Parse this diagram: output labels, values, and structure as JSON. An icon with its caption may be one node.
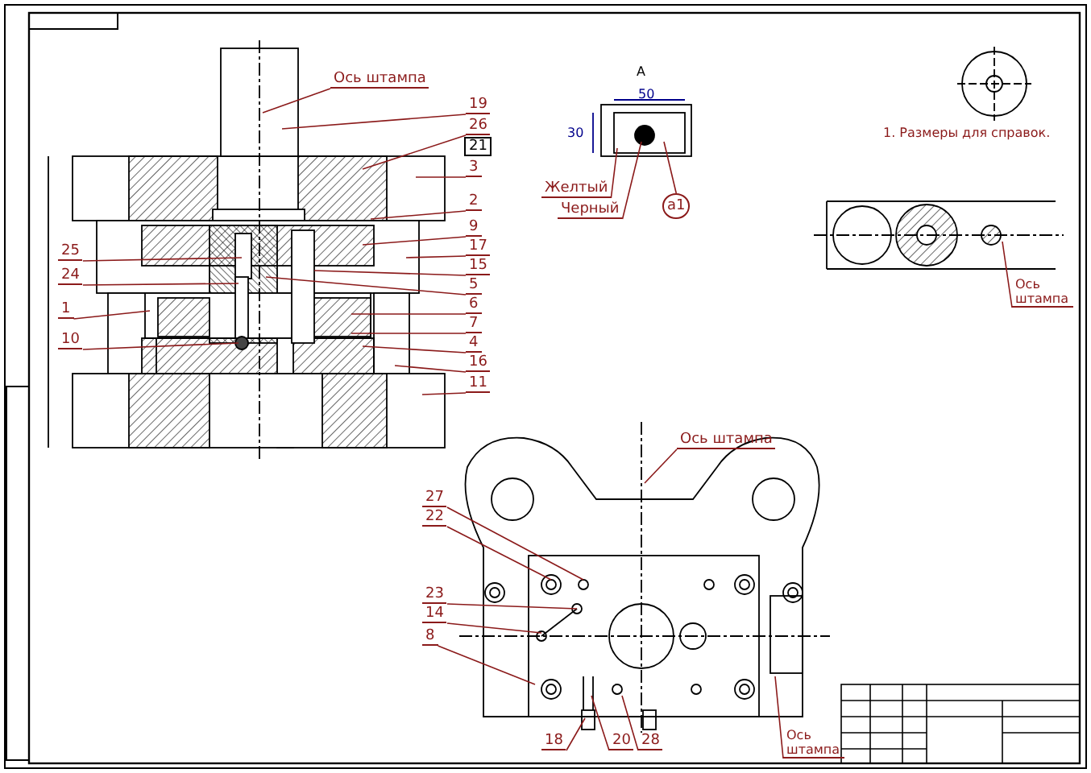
{
  "diagram": {
    "nodes": [
      {
        "text": [
          "19"
        ]
      },
      {
        "text": [
          "26"
        ]
      },
      {
        "text": [
          "21"
        ]
      },
      {
        "text": [
          "3"
        ]
      },
      {
        "text": [
          "2"
        ]
      },
      {
        "text": [
          "9"
        ]
      },
      {
        "text": [
          "17"
        ]
      },
      {
        "text": [
          "15"
        ]
      },
      {
        "text": [
          "5"
        ]
      },
      {
        "text": [
          "6"
        ]
      },
      {
        "text": [
          "7"
        ]
      },
      {
        "text": [
          "4"
        ]
      },
      {
        "text": [
          "16"
        ]
      },
      {
        "text": [
          "11"
        ]
      },
      {
        "text": [
          "25"
        ]
      },
      {
        "text": [
          "24"
        ]
      },
      {
        "text": [
          "1"
        ]
      },
      {
        "text": [
          "10"
        ]
      },
      {
        "text": [
          "Ось штампа"
        ]
      },
      {
        "text": [
          "Желтый"
        ]
      },
      {
        "text": [
          "Черный"
        ]
      },
      {
        "text": [
          "а1"
        ]
      },
      {
        "text": [
          "Ось штампа"
        ]
      },
      {
        "text": [
          "Ось штампа"
        ]
      },
      {
        "text": [
          "27"
        ]
      },
      {
        "text": [
          "22"
        ]
      },
      {
        "text": [
          "23"
        ]
      },
      {
        "text": [
          "14"
        ]
      },
      {
        "text": [
          "8"
        ]
      },
      {
        "text": [
          "18"
        ]
      },
      {
        "text": [
          "20"
        ]
      },
      {
        "text": [
          "28"
        ]
      },
      {
        "text": [
          "Ось штампа"
        ]
      }
    ],
    "edges": [
      {
        "from": 0,
        "to": null,
        "arrow": "none"
      },
      {
        "from": 1,
        "to": null,
        "arrow": "none"
      },
      {
        "from": 3,
        "to": null,
        "arrow": "none"
      },
      {
        "from": 4,
        "to": null,
        "arrow": "none"
      },
      {
        "from": 5,
        "to": null,
        "arrow": "none"
      },
      {
        "from": 6,
        "to": null,
        "arrow": "none"
      },
      {
        "from": 7,
        "to": null,
        "arrow": "none"
      },
      {
        "from": 8,
        "to": null,
        "arrow": "none"
      },
      {
        "from": 9,
        "to": null,
        "arrow": "none"
      },
      {
        "from": 10,
        "to": null,
        "arrow": "none"
      },
      {
        "from": 11,
        "to": null,
        "arrow": "none"
      },
      {
        "from": 12,
        "to": null,
        "arrow": "none"
      },
      {
        "from": 13,
        "to": null,
        "arrow": "none"
      },
      {
        "from": 14,
        "to": null,
        "arrow": "none"
      },
      {
        "from": 15,
        "to": null,
        "arrow": "none"
      },
      {
        "from": 16,
        "to": null,
        "arrow": "none"
      },
      {
        "from": 17,
        "to": null,
        "arrow": "none"
      },
      {
        "from": 18,
        "to": null,
        "arrow": "none"
      },
      {
        "from": 19,
        "to": null,
        "arrow": "none"
      },
      {
        "from": 20,
        "to": null,
        "arrow": "none"
      },
      {
        "from": 21,
        "to": null,
        "arrow": "none"
      },
      {
        "from": 22,
        "to": null,
        "arrow": "none"
      },
      {
        "from": 23,
        "to": null,
        "arrow": "none"
      },
      {
        "from": 24,
        "to": null,
        "arrow": "none"
      },
      {
        "from": 25,
        "to": null,
        "arrow": "none"
      },
      {
        "from": 26,
        "to": null,
        "arrow": "none"
      },
      {
        "from": 27,
        "to": null,
        "arrow": "none"
      },
      {
        "from": 28,
        "to": null,
        "arrow": "none"
      },
      {
        "from": 29,
        "to": null,
        "arrow": "none"
      },
      {
        "from": 30,
        "to": null,
        "arrow": "none"
      },
      {
        "from": 31,
        "to": null,
        "arrow": "none"
      },
      {
        "from": 32,
        "to": null,
        "arrow": "none"
      }
    ],
    "labels": [
      "А",
      "50",
      "30",
      "1. Размеры для справок."
    ]
  }
}
